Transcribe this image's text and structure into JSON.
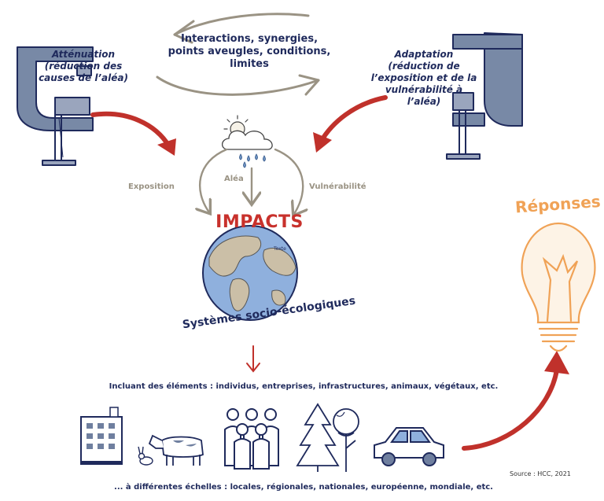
{
  "diagram": {
    "interactions_text": "Interactions, synergies, points aveugles, conditions, limites",
    "attenuation_text": "Atténuation (réduction des causes de l’aléa)",
    "adaptation_text": "Adaptation (réduction de l’exposition et de la vulnérabilité à l’aléa)",
    "exposition": "Exposition",
    "alea": "Aléa",
    "vulnerabilite": "Vulnérabilité",
    "impacts": "IMPACTS",
    "globe_placeholder": "Texte",
    "systemes": "Systèmes socio-écologiques",
    "incluant": "Incluant des éléments : individus, entreprises, infrastructures, animaux, végétaux, etc.",
    "echelles": "... à différentes échelles : locales, régionales, nationales, européenne, mondiale, etc.",
    "reponses": "Réponses",
    "source": "Source : HCC, 2021"
  },
  "icons": [
    "clamp-icon",
    "cloud-rain-icon",
    "globe-icon",
    "building-icon",
    "cow-icon",
    "rabbit-icon",
    "people-icon",
    "trees-icon",
    "car-icon",
    "lightbulb-icon"
  ],
  "colors": {
    "navy": "#1f2a5c",
    "red_arrow": "#c0312b",
    "gray_arrow": "#9a9384",
    "impacts_red": "#c8312c",
    "orange": "#f0a256",
    "ocean": "#8fb0dd",
    "land": "#cbbfa7"
  }
}
